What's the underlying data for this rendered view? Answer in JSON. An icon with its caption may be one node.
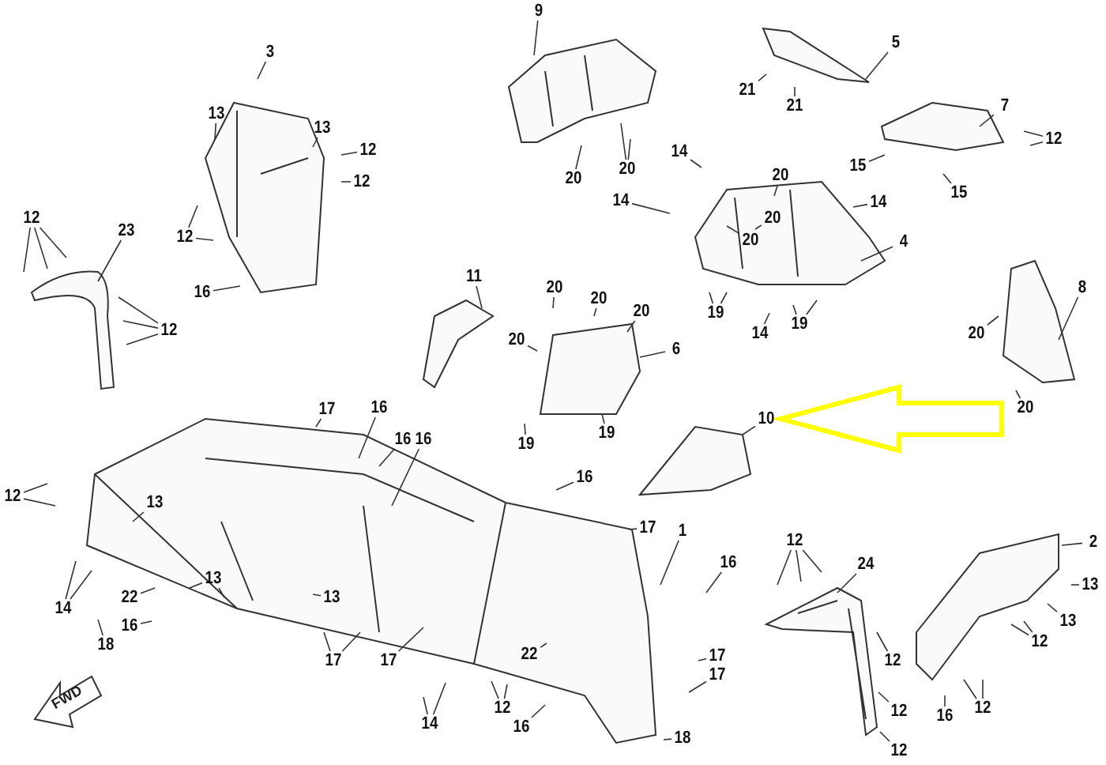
{
  "diagram": {
    "nodes": [
      {
        "text": [
          "3"
        ]
      },
      {
        "text": [
          "13"
        ]
      },
      {
        "text": [
          "13"
        ]
      },
      {
        "text": [
          "12"
        ]
      },
      {
        "text": [
          "12"
        ]
      },
      {
        "text": [
          "12"
        ]
      },
      {
        "text": [
          "16"
        ]
      },
      {
        "text": [
          "12"
        ]
      },
      {
        "text": [
          "23"
        ]
      },
      {
        "text": [
          "12"
        ]
      },
      {
        "text": [
          "9"
        ]
      },
      {
        "text": [
          "20"
        ]
      },
      {
        "text": [
          "20"
        ]
      },
      {
        "text": [
          "21"
        ]
      },
      {
        "text": [
          "21"
        ]
      },
      {
        "text": [
          "5"
        ]
      },
      {
        "text": [
          "7"
        ]
      },
      {
        "text": [
          "12"
        ]
      },
      {
        "text": [
          "15"
        ]
      },
      {
        "text": [
          "15"
        ]
      },
      {
        "text": [
          "14"
        ]
      },
      {
        "text": [
          "20"
        ]
      },
      {
        "text": [
          "14"
        ]
      },
      {
        "text": [
          "20"
        ]
      },
      {
        "text": [
          "20"
        ]
      },
      {
        "text": [
          "14"
        ]
      },
      {
        "text": [
          "4"
        ]
      },
      {
        "text": [
          "19"
        ]
      },
      {
        "text": [
          "14"
        ]
      },
      {
        "text": [
          "19"
        ]
      },
      {
        "text": [
          "8"
        ]
      },
      {
        "text": [
          "20"
        ]
      },
      {
        "text": [
          "20"
        ]
      },
      {
        "text": [
          "11"
        ]
      },
      {
        "text": [
          "20"
        ]
      },
      {
        "text": [
          "20"
        ]
      },
      {
        "text": [
          "20"
        ]
      },
      {
        "text": [
          "20"
        ]
      },
      {
        "text": [
          "6"
        ]
      },
      {
        "text": [
          "19"
        ]
      },
      {
        "text": [
          "19"
        ]
      },
      {
        "text": [
          "10"
        ]
      },
      {
        "text": [
          "17"
        ]
      },
      {
        "text": [
          "16"
        ]
      },
      {
        "text": [
          "16"
        ]
      },
      {
        "text": [
          "16"
        ]
      },
      {
        "text": [
          "12"
        ]
      },
      {
        "text": [
          "13"
        ]
      },
      {
        "text": [
          "14"
        ]
      },
      {
        "text": [
          "22"
        ]
      },
      {
        "text": [
          "16"
        ]
      },
      {
        "text": [
          "18"
        ]
      },
      {
        "text": [
          "13"
        ]
      },
      {
        "text": [
          "13"
        ]
      },
      {
        "text": [
          "17"
        ]
      },
      {
        "text": [
          "17"
        ]
      },
      {
        "text": [
          "14"
        ]
      },
      {
        "text": [
          "12"
        ]
      },
      {
        "text": [
          "22"
        ]
      },
      {
        "text": [
          "16"
        ]
      },
      {
        "text": [
          "16"
        ]
      },
      {
        "text": [
          "17"
        ]
      },
      {
        "text": [
          "1"
        ]
      },
      {
        "text": [
          "16"
        ]
      },
      {
        "text": [
          "17"
        ]
      },
      {
        "text": [
          "17"
        ]
      },
      {
        "text": [
          "18"
        ]
      },
      {
        "text": [
          "12"
        ]
      },
      {
        "text": [
          "24"
        ]
      },
      {
        "text": [
          "12"
        ]
      },
      {
        "text": [
          "12"
        ]
      },
      {
        "text": [
          "12"
        ]
      },
      {
        "text": [
          "2"
        ]
      },
      {
        "text": [
          "13"
        ]
      },
      {
        "text": [
          "13"
        ]
      },
      {
        "text": [
          "12"
        ]
      },
      {
        "text": [
          "12"
        ]
      },
      {
        "text": [
          "16"
        ]
      }
    ],
    "edges": [
      {
        "from": 0,
        "to": null,
        "arrow": "none"
      },
      {
        "from": 1,
        "to": null,
        "arrow": "none"
      },
      {
        "from": 2,
        "to": null,
        "arrow": "none"
      },
      {
        "from": 3,
        "to": null,
        "arrow": "none"
      },
      {
        "from": 4,
        "to": null,
        "arrow": "none"
      },
      {
        "from": 5,
        "to": null,
        "arrow": "none"
      },
      {
        "from": 5,
        "to": null,
        "arrow": "none"
      },
      {
        "from": 6,
        "to": null,
        "arrow": "none"
      },
      {
        "from": 7,
        "to": null,
        "arrow": "none"
      },
      {
        "from": 7,
        "to": null,
        "arrow": "none"
      },
      {
        "from": 7,
        "to": null,
        "arrow": "none"
      },
      {
        "from": 8,
        "to": null,
        "arrow": "none"
      },
      {
        "from": 9,
        "to": null,
        "arrow": "none"
      },
      {
        "from": 9,
        "to": null,
        "arrow": "none"
      },
      {
        "from": 9,
        "to": null,
        "arrow": "none"
      },
      {
        "from": 10,
        "to": null,
        "arrow": "none"
      },
      {
        "from": 11,
        "to": null,
        "arrow": "none"
      },
      {
        "from": 12,
        "to": null,
        "arrow": "none"
      },
      {
        "from": 12,
        "to": null,
        "arrow": "none"
      },
      {
        "from": 13,
        "to": null,
        "arrow": "none"
      },
      {
        "from": 14,
        "to": null,
        "arrow": "none"
      },
      {
        "from": 15,
        "to": null,
        "arrow": "none"
      },
      {
        "from": 16,
        "to": null,
        "arrow": "none"
      },
      {
        "from": 17,
        "to": null,
        "arrow": "none"
      },
      {
        "from": 17,
        "to": null,
        "arrow": "none"
      },
      {
        "from": 18,
        "to": null,
        "arrow": "none"
      },
      {
        "from": 19,
        "to": null,
        "arrow": "none"
      },
      {
        "from": 20,
        "to": null,
        "arrow": "none"
      },
      {
        "from": 21,
        "to": null,
        "arrow": "none"
      },
      {
        "from": 22,
        "to": null,
        "arrow": "none"
      },
      {
        "from": 23,
        "to": null,
        "arrow": "none"
      },
      {
        "from": 24,
        "to": null,
        "arrow": "none"
      },
      {
        "from": 25,
        "to": null,
        "arrow": "none"
      },
      {
        "from": 26,
        "to": null,
        "arrow": "none"
      },
      {
        "from": 27,
        "to": null,
        "arrow": "none"
      },
      {
        "from": 27,
        "to": null,
        "arrow": "none"
      },
      {
        "from": 28,
        "to": null,
        "arrow": "none"
      },
      {
        "from": 29,
        "to": null,
        "arrow": "none"
      },
      {
        "from": 29,
        "to": null,
        "arrow": "none"
      },
      {
        "from": 30,
        "to": null,
        "arrow": "none"
      },
      {
        "from": 31,
        "to": null,
        "arrow": "none"
      },
      {
        "from": 32,
        "to": null,
        "arrow": "none"
      },
      {
        "from": 33,
        "to": null,
        "arrow": "none"
      },
      {
        "from": 34,
        "to": null,
        "arrow": "none"
      },
      {
        "from": 35,
        "to": null,
        "arrow": "none"
      },
      {
        "from": 36,
        "to": null,
        "arrow": "none"
      },
      {
        "from": 37,
        "to": null,
        "arrow": "none"
      },
      {
        "from": 38,
        "to": null,
        "arrow": "none"
      },
      {
        "from": 39,
        "to": null,
        "arrow": "none"
      },
      {
        "from": 40,
        "to": null,
        "arrow": "none"
      },
      {
        "from": 41,
        "to": null,
        "arrow": "none"
      },
      {
        "from": 42,
        "to": null,
        "arrow": "none"
      },
      {
        "from": 43,
        "to": null,
        "arrow": "none"
      },
      {
        "from": 44,
        "to": null,
        "arrow": "none"
      },
      {
        "from": 45,
        "to": null,
        "arrow": "none"
      },
      {
        "from": 46,
        "to": null,
        "arrow": "none"
      },
      {
        "from": 46,
        "to": null,
        "arrow": "none"
      },
      {
        "from": 47,
        "to": null,
        "arrow": "none"
      },
      {
        "from": 48,
        "to": null,
        "arrow": "none"
      },
      {
        "from": 48,
        "to": null,
        "arrow": "none"
      },
      {
        "from": 49,
        "to": null,
        "arrow": "none"
      },
      {
        "from": 50,
        "to": null,
        "arrow": "none"
      },
      {
        "from": 51,
        "to": null,
        "arrow": "none"
      },
      {
        "from": 52,
        "to": null,
        "arrow": "none"
      },
      {
        "from": 52,
        "to": null,
        "arrow": "none"
      },
      {
        "from": 53,
        "to": null,
        "arrow": "none"
      },
      {
        "from": 54,
        "to": null,
        "arrow": "none"
      },
      {
        "from": 54,
        "to": null,
        "arrow": "none"
      },
      {
        "from": 55,
        "to": null,
        "arrow": "none"
      },
      {
        "from": 56,
        "to": null,
        "arrow": "none"
      },
      {
        "from": 56,
        "to": null,
        "arrow": "none"
      },
      {
        "from": 57,
        "to": null,
        "arrow": "none"
      },
      {
        "from": 57,
        "to": null,
        "arrow": "none"
      },
      {
        "from": 58,
        "to": null,
        "arrow": "none"
      },
      {
        "from": 59,
        "to": null,
        "arrow": "none"
      },
      {
        "from": 60,
        "to": null,
        "arrow": "none"
      },
      {
        "from": 61,
        "to": null,
        "arrow": "none"
      },
      {
        "from": 62,
        "to": null,
        "arrow": "none"
      },
      {
        "from": 63,
        "to": null,
        "arrow": "none"
      },
      {
        "from": 64,
        "to": null,
        "arrow": "none"
      },
      {
        "from": 65,
        "to": null,
        "arrow": "none"
      },
      {
        "from": 66,
        "to": null,
        "arrow": "none"
      },
      {
        "from": 67,
        "to": null,
        "arrow": "none"
      },
      {
        "from": 67,
        "to": null,
        "arrow": "none"
      },
      {
        "from": 67,
        "to": null,
        "arrow": "none"
      },
      {
        "from": 68,
        "to": null,
        "arrow": "none"
      },
      {
        "from": 69,
        "to": null,
        "arrow": "none"
      },
      {
        "from": 70,
        "to": null,
        "arrow": "none"
      },
      {
        "from": 71,
        "to": null,
        "arrow": "none"
      },
      {
        "from": 72,
        "to": null,
        "arrow": "none"
      },
      {
        "from": 73,
        "to": null,
        "arrow": "none"
      },
      {
        "from": 74,
        "to": null,
        "arrow": "none"
      },
      {
        "from": 75,
        "to": null,
        "arrow": "none"
      },
      {
        "from": 75,
        "to": null,
        "arrow": "none"
      },
      {
        "from": 76,
        "to": null,
        "arrow": "none"
      },
      {
        "from": 76,
        "to": null,
        "arrow": "none"
      },
      {
        "from": 77,
        "to": null,
        "arrow": "none"
      },
      {
        "from": null,
        "to": 41,
        "arrow": "to",
        "style": "thick",
        "color": "#ffff00"
      }
    ],
    "labels": [
      "FWD"
    ]
  }
}
